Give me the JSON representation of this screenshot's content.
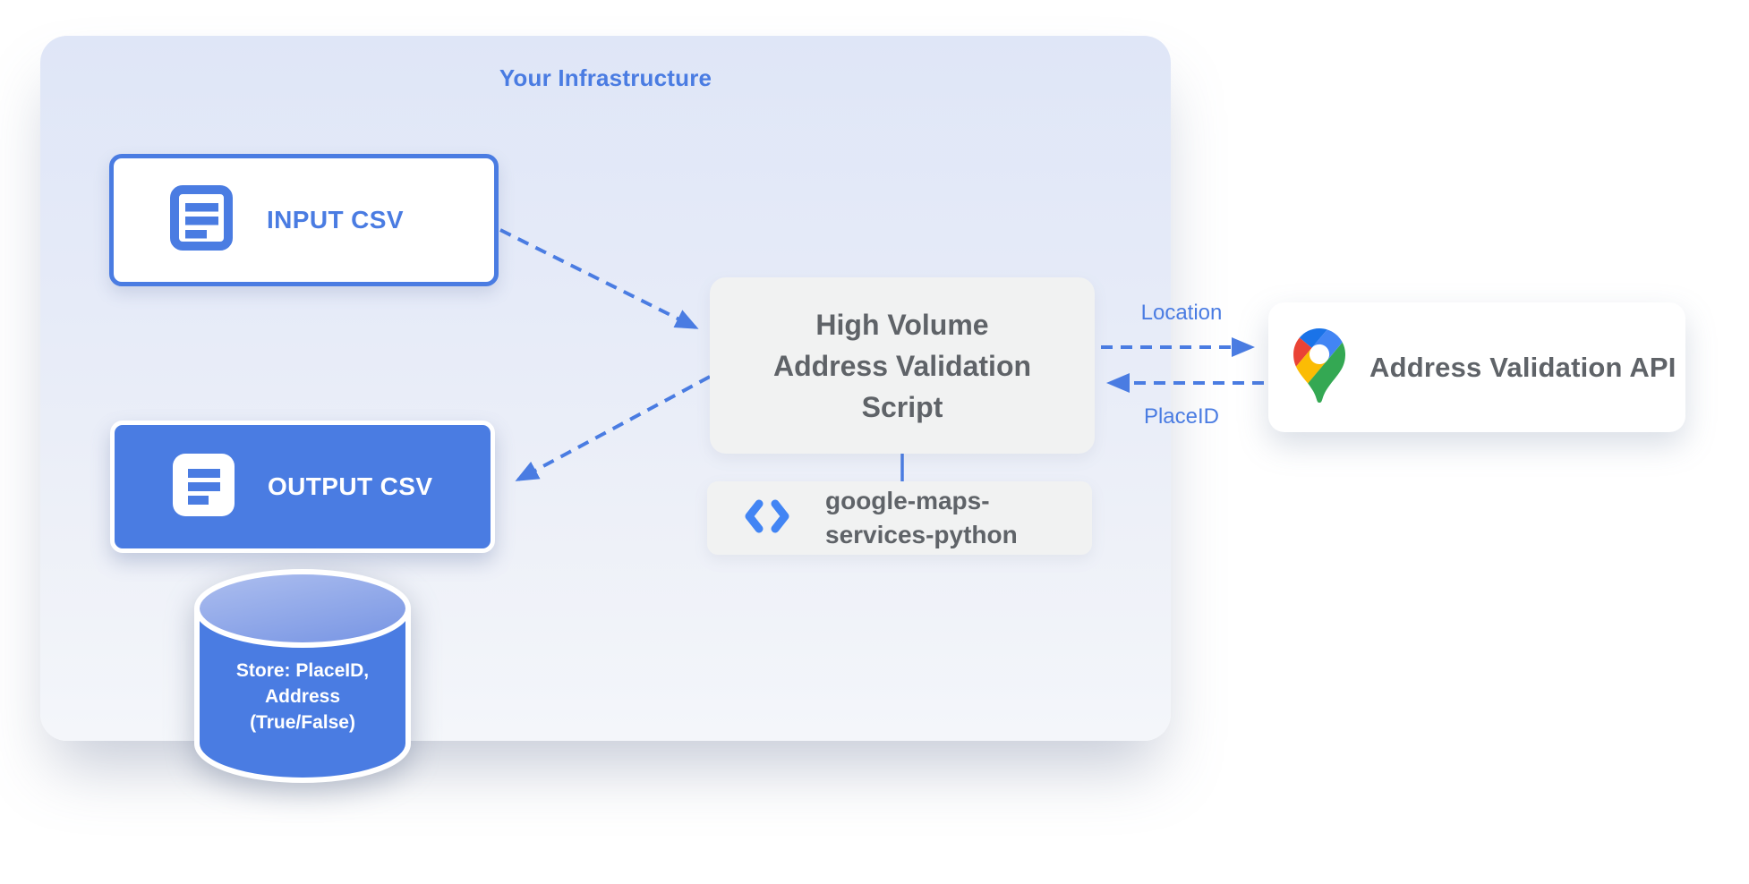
{
  "infrastructure": {
    "title": "Your Infrastructure"
  },
  "nodes": {
    "input_csv": {
      "label": "INPUT CSV",
      "icon": "document-icon"
    },
    "output_csv": {
      "label": "OUTPUT CSV",
      "icon": "document-icon"
    },
    "datastore": {
      "lines": [
        "Store: PlaceID,",
        "Address",
        "(True/False)"
      ]
    },
    "script": {
      "lines": [
        "High Volume",
        "Address Validation",
        "Script"
      ]
    },
    "library": {
      "lines": [
        "google-maps-",
        "services-python"
      ],
      "icon": "code-icon"
    },
    "api": {
      "label": "Address Validation API",
      "icon": "google-maps-pin-icon"
    }
  },
  "edges": {
    "location_label": "Location",
    "placeid_label": "PlaceID"
  },
  "colors": {
    "primary_blue": "#4a7ce2",
    "bracket_blue": "#4285f4",
    "text_gray": "#5f6368",
    "box_gray": "#f1f2f2",
    "container_blue": "#dfe6f7",
    "maps_dark_blue": "#1a73e8",
    "maps_blue": "#4285f4",
    "maps_red": "#ea4335",
    "maps_yellow": "#fbbc04",
    "maps_green": "#34a853",
    "cylinder_top_light": "#a8bbee",
    "cylinder_top_dark": "#809de6"
  }
}
